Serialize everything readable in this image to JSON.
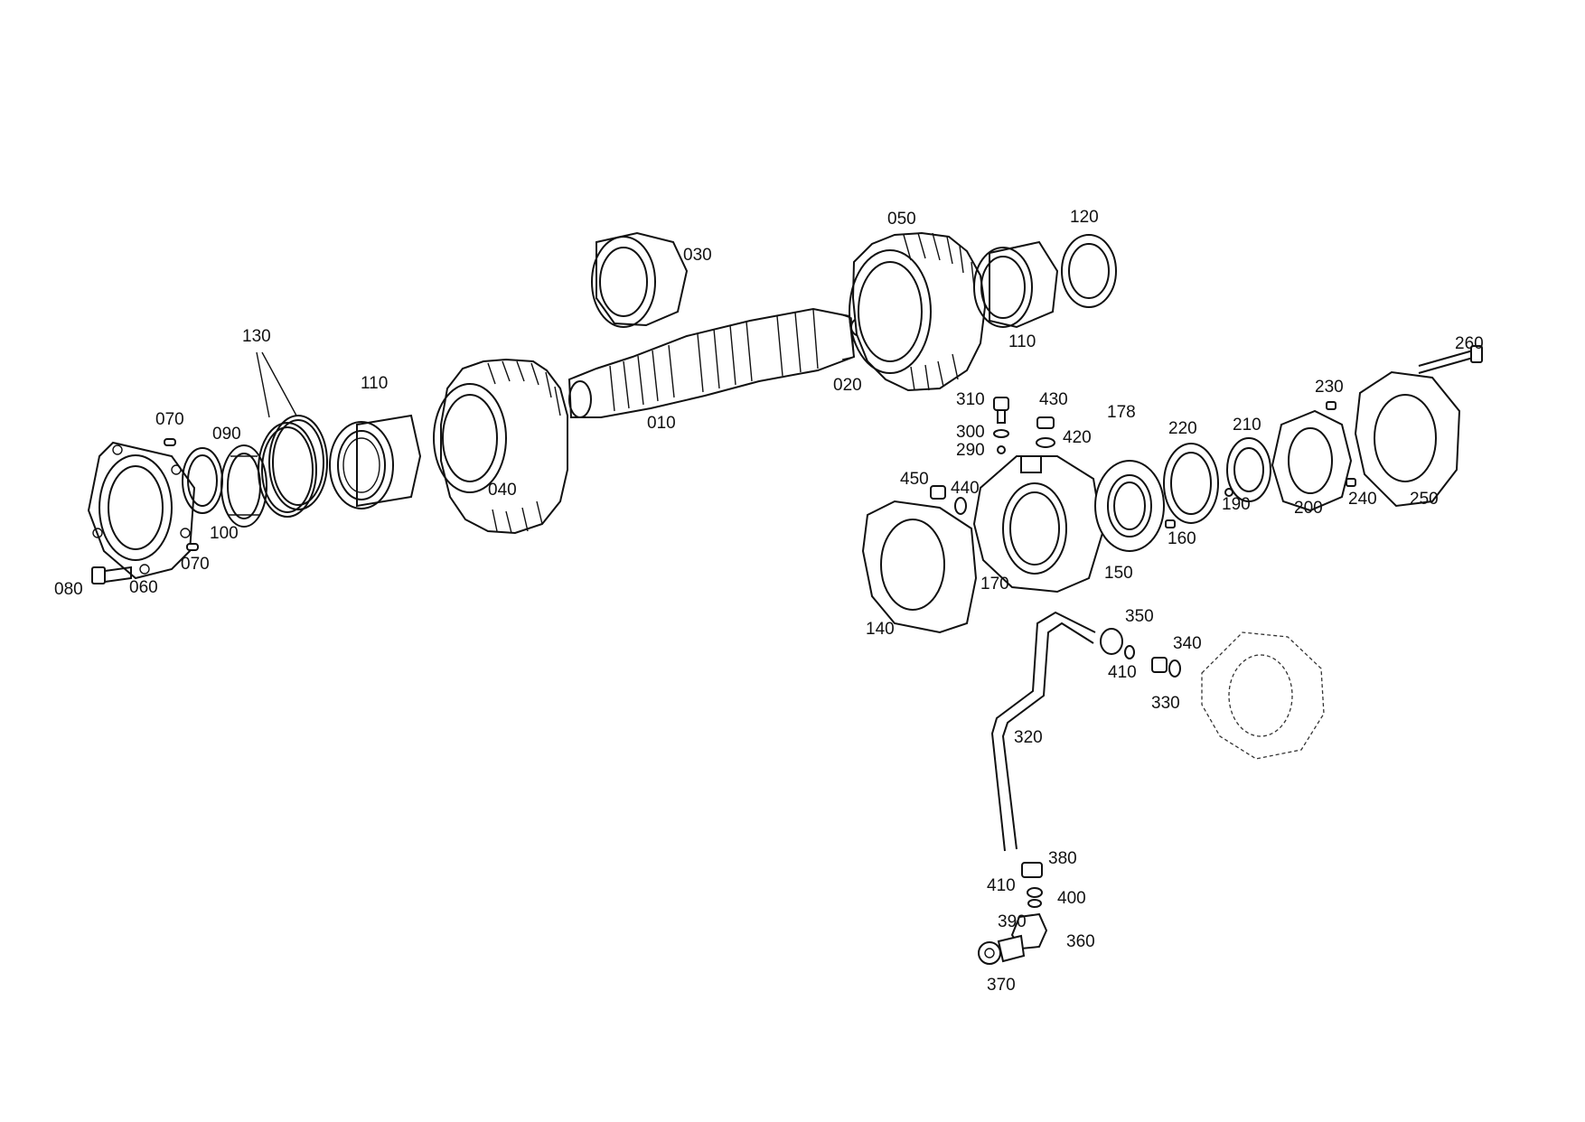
{
  "diagram": {
    "labels": {
      "p010": "010",
      "p020": "020",
      "p030": "030",
      "p040": "040",
      "p050": "050",
      "p060": "060",
      "p070a": "070",
      "p070b": "070",
      "p080": "080",
      "p090": "090",
      "p100": "100",
      "p110a": "110",
      "p110b": "110",
      "p120": "120",
      "p130": "130",
      "p140": "140",
      "p150": "150",
      "p160": "160",
      "p170": "170",
      "p178": "178",
      "p190": "190",
      "p200": "200",
      "p210": "210",
      "p220": "220",
      "p230": "230",
      "p240": "240",
      "p250": "250",
      "p260": "260",
      "p290": "290",
      "p300": "300",
      "p310": "310",
      "p320": "320",
      "p330": "330",
      "p340": "340",
      "p350": "350",
      "p360": "360",
      "p370": "370",
      "p380": "380",
      "p390": "390",
      "p400": "400",
      "p410a": "410",
      "p410b": "410",
      "p420": "420",
      "p430": "430",
      "p440": "440",
      "p450": "450"
    }
  }
}
